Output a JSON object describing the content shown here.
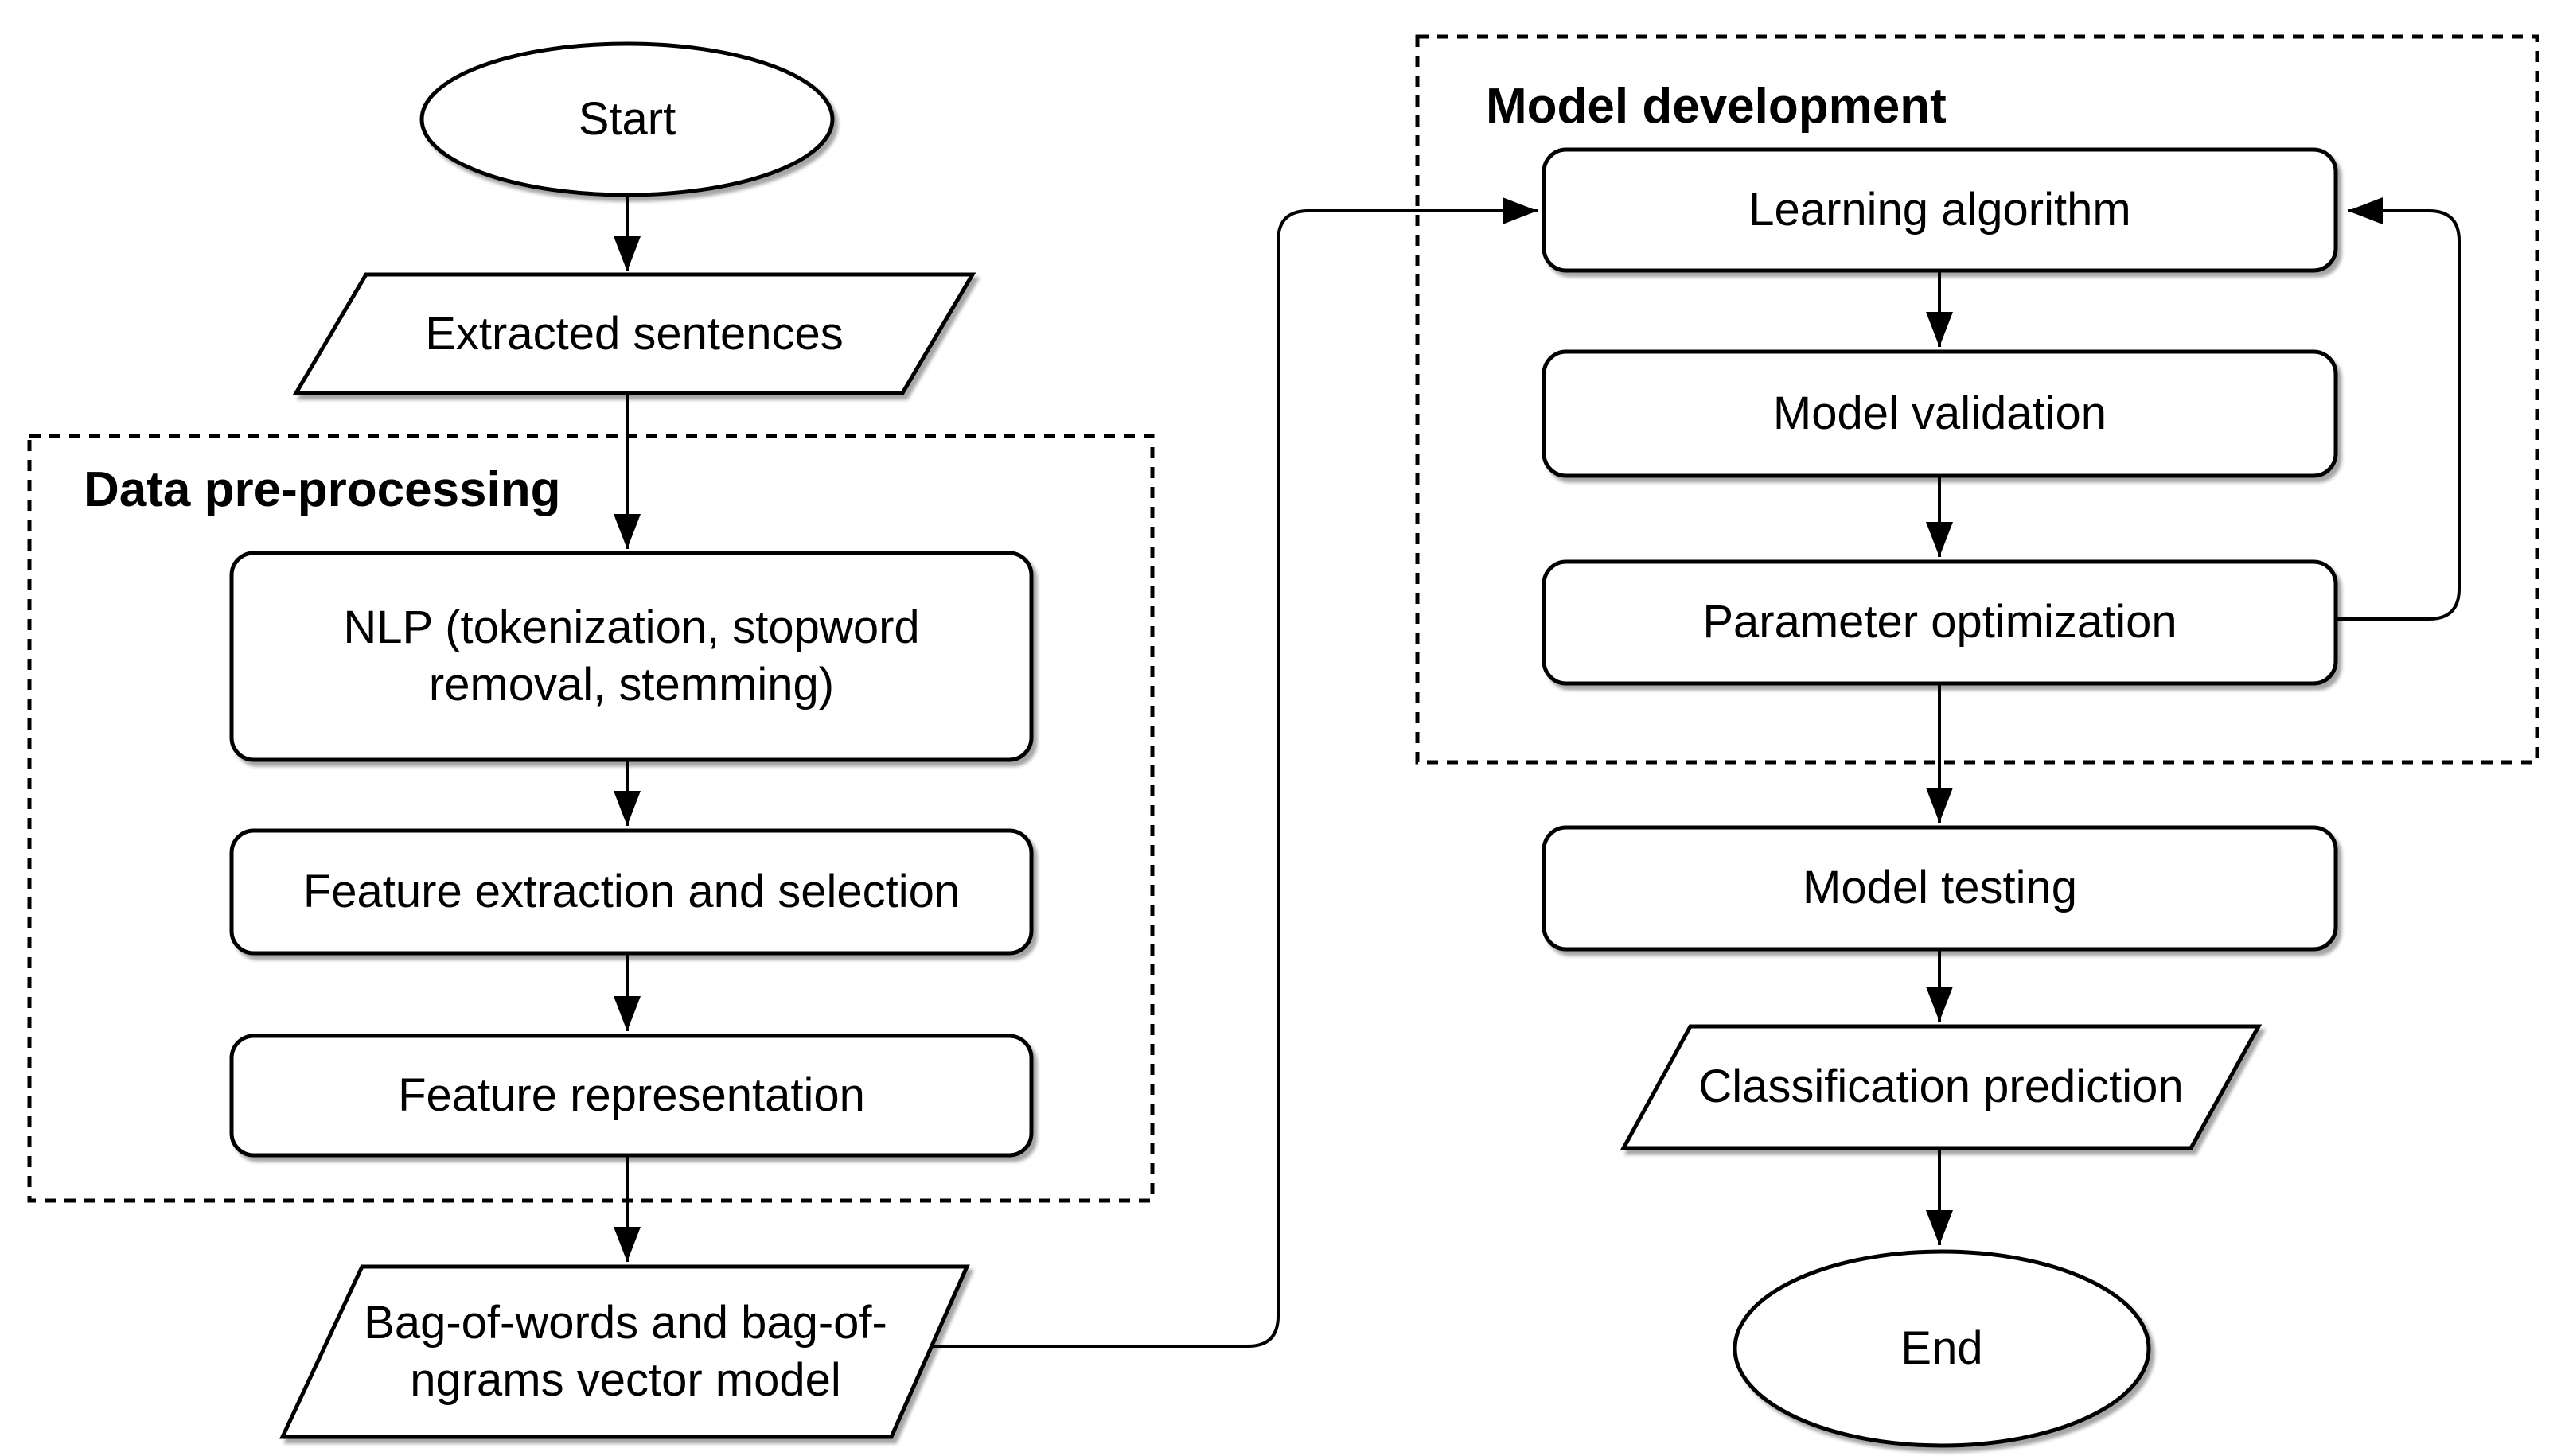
{
  "canvas": {
    "background_color": "#ffffff",
    "stroke_color": "#000000",
    "node_fill_color": "#ffffff",
    "text_color": "#000000"
  },
  "groups": {
    "data_preprocessing": {
      "label": "Data pre-processing",
      "members": [
        "nlp",
        "feature_extraction",
        "feature_representation"
      ]
    },
    "model_development": {
      "label": "Model development",
      "members": [
        "learning_algorithm",
        "model_validation",
        "parameter_optimization"
      ]
    }
  },
  "nodes": {
    "start": {
      "label": "Start",
      "shape": "terminator-ellipse"
    },
    "extracted_sentences": {
      "label": "Extracted sentences",
      "shape": "data-parallelogram"
    },
    "nlp": {
      "label": "NLP (tokenization, stopword\nremoval, stemming)",
      "shape": "process-rect"
    },
    "feature_extraction": {
      "label": "Feature extraction and selection",
      "shape": "process-rect"
    },
    "feature_representation": {
      "label": "Feature representation",
      "shape": "process-rect"
    },
    "bag_of_words": {
      "label": "Bag-of-words and bag-of-\nngrams vector model",
      "shape": "data-parallelogram"
    },
    "learning_algorithm": {
      "label": "Learning algorithm",
      "shape": "process-rect"
    },
    "model_validation": {
      "label": "Model validation",
      "shape": "process-rect"
    },
    "parameter_optimization": {
      "label": "Parameter optimization",
      "shape": "process-rect"
    },
    "model_testing": {
      "label": "Model testing",
      "shape": "process-rect"
    },
    "classification_prediction": {
      "label": "Classification prediction",
      "shape": "data-parallelogram"
    },
    "end": {
      "label": "End",
      "shape": "terminator-ellipse"
    }
  },
  "edges": [
    {
      "from": "start",
      "to": "extracted_sentences"
    },
    {
      "from": "extracted_sentences",
      "to": "nlp"
    },
    {
      "from": "nlp",
      "to": "feature_extraction"
    },
    {
      "from": "feature_extraction",
      "to": "feature_representation"
    },
    {
      "from": "feature_representation",
      "to": "bag_of_words"
    },
    {
      "from": "bag_of_words",
      "to": "learning_algorithm"
    },
    {
      "from": "learning_algorithm",
      "to": "model_validation"
    },
    {
      "from": "model_validation",
      "to": "parameter_optimization"
    },
    {
      "from": "parameter_optimization",
      "to": "learning_algorithm",
      "type": "feedback-loop"
    },
    {
      "from": "parameter_optimization",
      "to": "model_testing"
    },
    {
      "from": "model_testing",
      "to": "classification_prediction"
    },
    {
      "from": "classification_prediction",
      "to": "end"
    }
  ]
}
